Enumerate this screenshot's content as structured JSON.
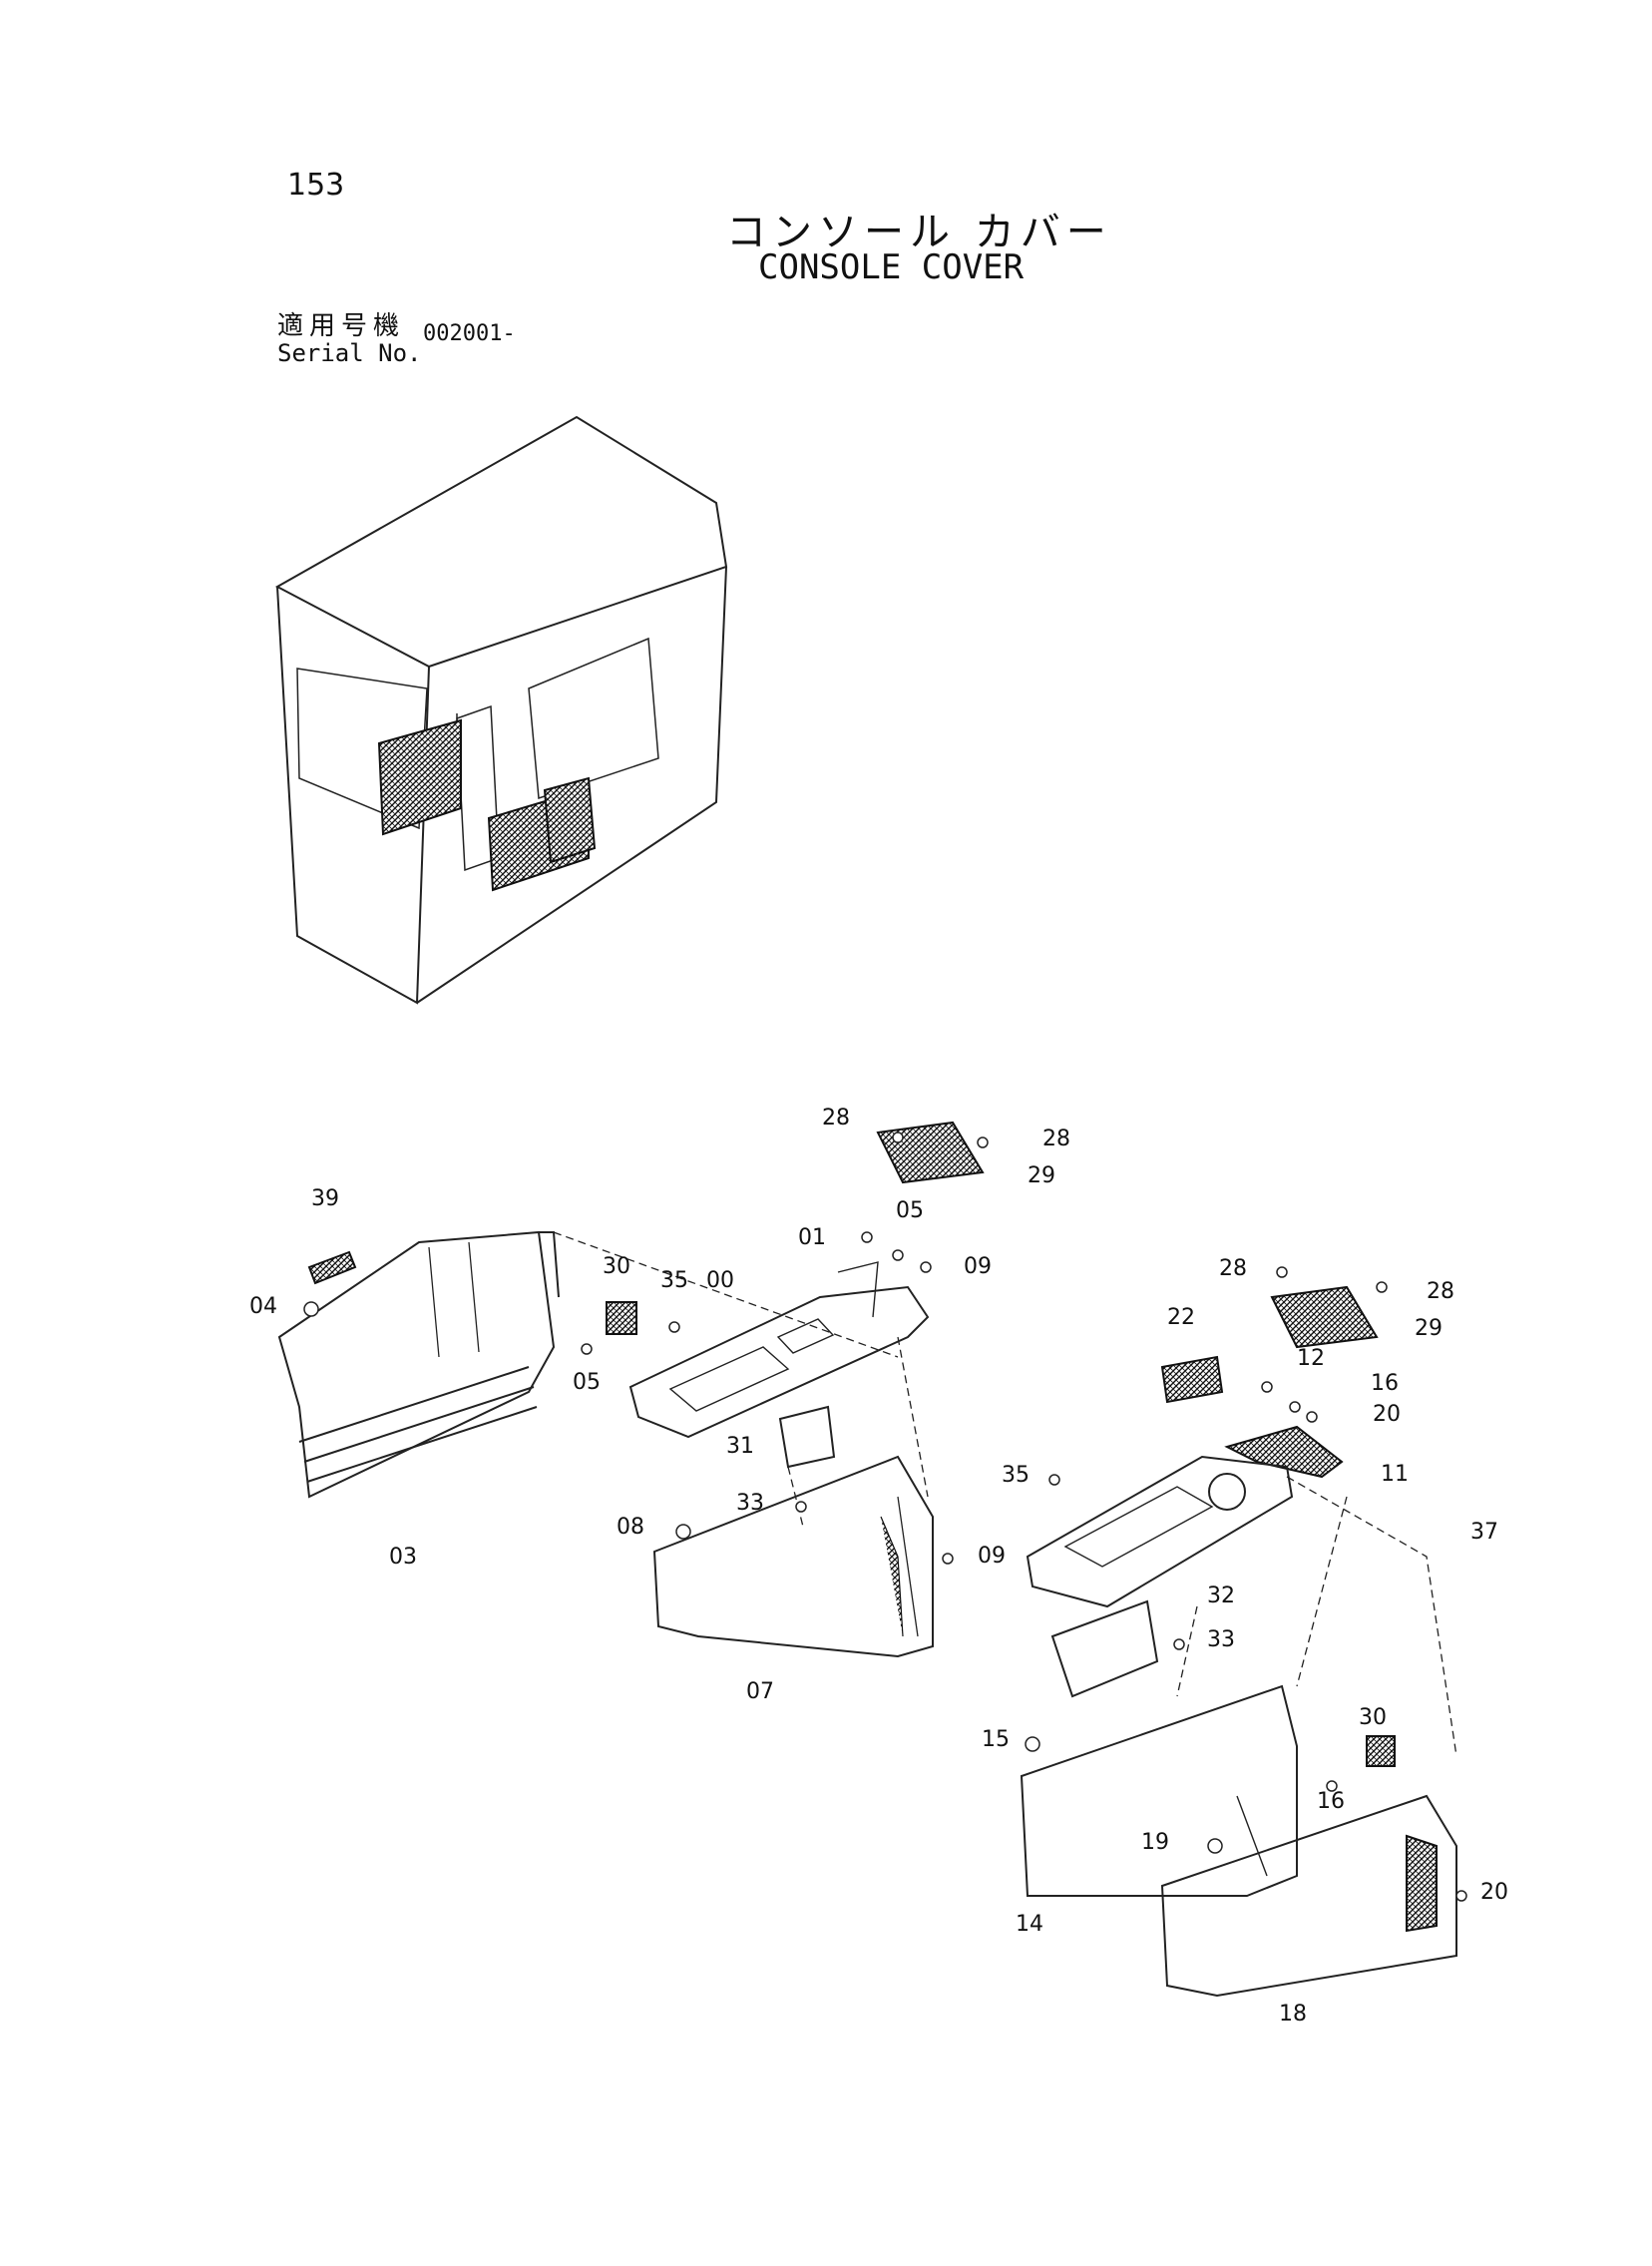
{
  "header": {
    "page_number": "153",
    "title_jp": "コンソール カバー",
    "title_en": "CONSOLE COVER",
    "serial_label_jp": "適用号機",
    "serial_label_en": "Serial No.",
    "serial_value": "002001-"
  },
  "callouts": {
    "left_column": [
      "39",
      "04",
      "03",
      "30",
      "05",
      "35",
      "00",
      "01",
      "05",
      "09",
      "28",
      "28",
      "29",
      "31",
      "33",
      "08",
      "09",
      "07"
    ],
    "right_column": [
      "28",
      "28",
      "29",
      "22",
      "12",
      "16",
      "20",
      "35",
      "11",
      "37",
      "32",
      "33",
      "30",
      "15",
      "14",
      "16",
      "19",
      "18",
      "20"
    ]
  },
  "icons": {
    "cab_overview": "operator-cab-overview-icon",
    "hatching": "control-panel-hatching"
  }
}
